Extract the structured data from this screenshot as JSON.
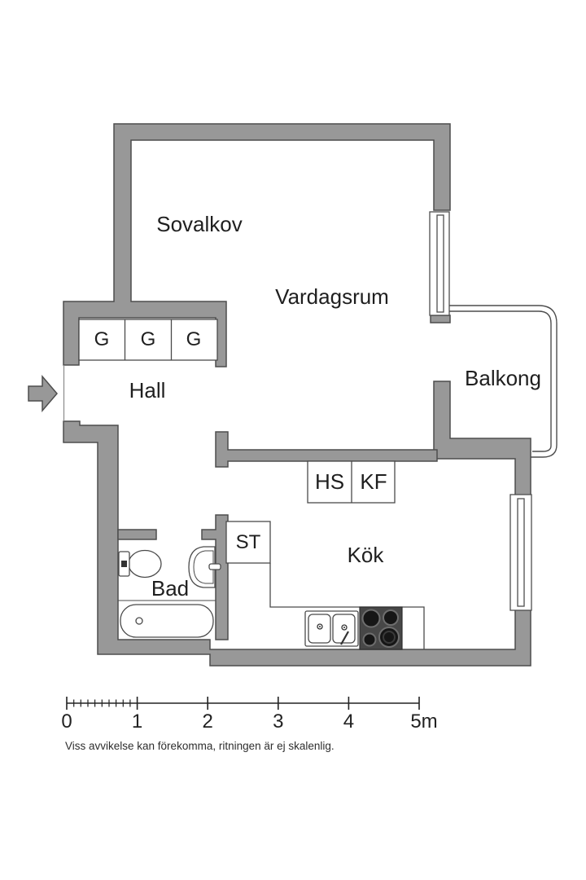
{
  "rooms": {
    "sovalkov": "Sovalkov",
    "vardagsrum": "Vardagsrum",
    "balkong": "Balkong",
    "hall": "Hall",
    "kok": "Kök",
    "bad": "Bad"
  },
  "closets": {
    "labels": [
      "G",
      "G",
      "G"
    ]
  },
  "appliances": {
    "hs": "HS",
    "kf": "KF",
    "st": "ST"
  },
  "scale_bar": {
    "tick_labels": [
      "0",
      "1",
      "2",
      "3",
      "4",
      "5m"
    ]
  },
  "disclaimer": "Viss avvikelse kan förekomma, ritningen är ej skalenlig.",
  "colors": {
    "wall_fill": "#989898",
    "wall_outline": "#4d4d4d",
    "stove_fill": "#474747",
    "background": "#ffffff",
    "text": "#1f1f1f"
  }
}
